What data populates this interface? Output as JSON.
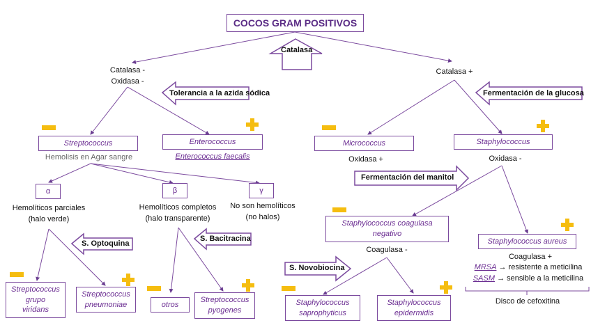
{
  "title": "COCOS GRAM POSITIVOS",
  "tests": {
    "catalasa": "Catalasa",
    "azida": "Tolerancia a la azida sódica",
    "glucosa": "Fermentación de la glucosa",
    "manitol": "Fermentación del manitol",
    "optoquina": "S. Optoquina",
    "bacitracina": "S. Bacitracina",
    "novobiocina": "S. Novobiocina"
  },
  "left": {
    "branch_line1": "Catalasa -",
    "branch_line2": "Oxidasa -",
    "streptococcus": "Streptococcus",
    "hemolisis": "Hemolisis en Agar sangre",
    "enterococcus": "Enterococcus",
    "enterococcus_species": "Enterococcus faecalis",
    "alpha": "α",
    "beta": "β",
    "gamma": "γ",
    "alpha_desc1": "Hemolíticos parciales",
    "alpha_desc2": "(halo verde)",
    "beta_desc1": "Hemolíticos completos",
    "beta_desc2": "(halo transparente)",
    "gamma_desc1": "No son hemolíticos",
    "gamma_desc2": "(no halos)",
    "viridans_1": "Streptococcus",
    "viridans_2": "grupo",
    "viridans_3": "viridans",
    "pneumoniae_1": "Streptococcus",
    "pneumoniae_2": "pneumoniae",
    "otros": "otros",
    "pyogenes_1": "Streptococcus",
    "pyogenes_2": "pyogenes"
  },
  "right": {
    "branch": "Catalasa +",
    "micrococcus": "Micrococcus",
    "micrococcus_oxidasa": "Oxidasa +",
    "staphylococcus": "Staphylococcus",
    "staph_oxidasa": "Oxidasa -",
    "scn_1": "Staphylococcus coagulasa",
    "scn_2": "negativo",
    "scn_coagulasa": "Coagulasa -",
    "aureus": "Staphylococcus aureus",
    "aureus_coagulasa": "Coagulasa +",
    "mrsa": "MRSA",
    "mrsa_desc": "→ resistente a meticilina",
    "sasm": "SASM",
    "sasm_desc": "→ sensible a la meticilina",
    "disco": "Disco de cefoxitina",
    "saprophyticus_1": "Staphylococcus",
    "saprophyticus_2": "saprophyticus",
    "epidermidis_1": "Staphylococcus",
    "epidermidis_2": "epidermidis"
  },
  "colors": {
    "accent": "#7b4a9e",
    "text_purple": "#6a2c91",
    "sign": "#f5bd10"
  }
}
